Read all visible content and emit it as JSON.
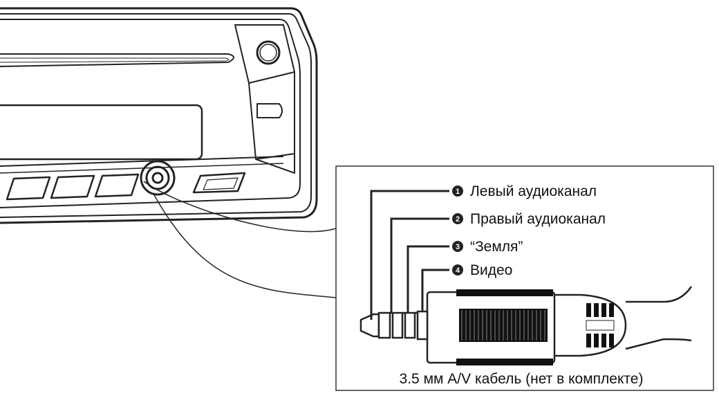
{
  "pins": [
    {
      "number": "1",
      "label": "Левый аудиоканал"
    },
    {
      "number": "2",
      "label": "Правый аудиоканал"
    },
    {
      "number": "3",
      "label": "“Земля”"
    },
    {
      "number": "4",
      "label": "Видео"
    }
  ],
  "caption": "3.5 мм A/V кабель (нет в комплекте)",
  "colors": {
    "line": "#222222",
    "background": "#ffffff"
  }
}
